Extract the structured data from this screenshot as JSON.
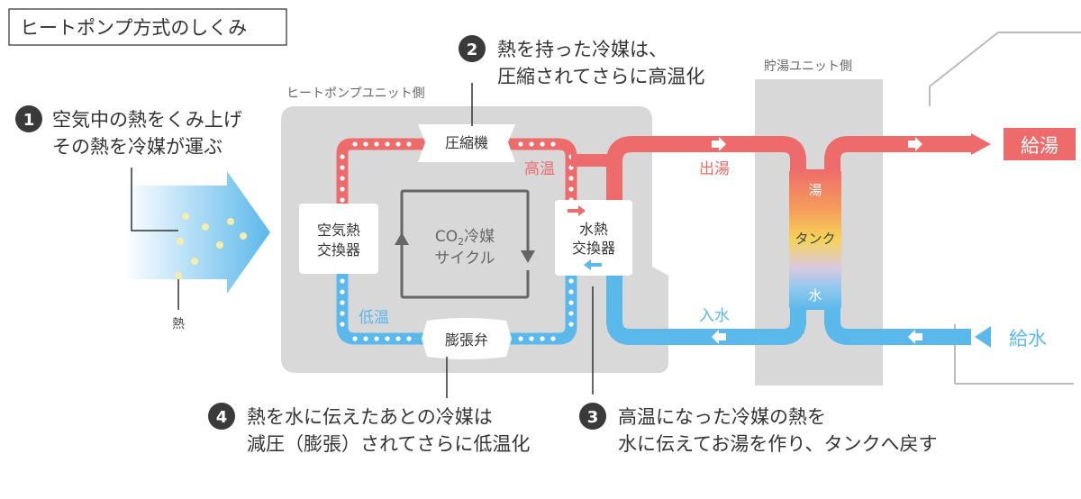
{
  "title": "ヒートポンプ方式のしくみ",
  "labels": {
    "heat_pump_unit": "ヒートポンプユニット側",
    "tank_unit": "貯湯ユニット側",
    "compressor": "圧縮機",
    "expansion_valve": "膨張弁",
    "air_exchanger_line1": "空気熱",
    "air_exchanger_line2": "交換器",
    "water_exchanger_line1": "水熱",
    "water_exchanger_line2": "交換器",
    "cycle_line1_prefix": "CO",
    "cycle_line1_sub": "2",
    "cycle_line1_suffix": "冷媒",
    "cycle_line2": "サイクル",
    "high_temp": "高温",
    "low_temp": "低温",
    "outlet_hot": "出湯",
    "inlet_water": "入水",
    "tank_hot": "湯",
    "tank_label": "タンク",
    "tank_water": "水",
    "hot_supply": "給湯",
    "water_supply": "給水",
    "heat": "熱"
  },
  "steps": [
    {
      "number": "1",
      "line1": "空気中の熱をくみ上げ",
      "line2": "その熱を冷媒が運ぶ"
    },
    {
      "number": "2",
      "line1": "熱を持った冷媒は、",
      "line2": "圧縮されてさらに高温化"
    },
    {
      "number": "3",
      "line1": "高温になった冷媒の熱を",
      "line2": "水に伝えてお湯を作り、タンクへ戻す"
    },
    {
      "number": "4",
      "line1": "熱を水に伝えたあとの冷媒は",
      "line2": "減圧（膨張）されてさらに低温化"
    }
  ],
  "colors": {
    "hot": "#ee6b6b",
    "cold": "#5bb8ea",
    "unit_gray": "#d8d8d8",
    "text_dark": "#333333",
    "badge": "#3a3a3a",
    "house_line": "#bbbbbb"
  },
  "icons": {
    "badge": "numbered-circle-icon",
    "arrow_white": "white-arrow-icon",
    "air_arrow": "air-intake-arrow-icon",
    "cycle": "cycle-arrows-icon"
  }
}
